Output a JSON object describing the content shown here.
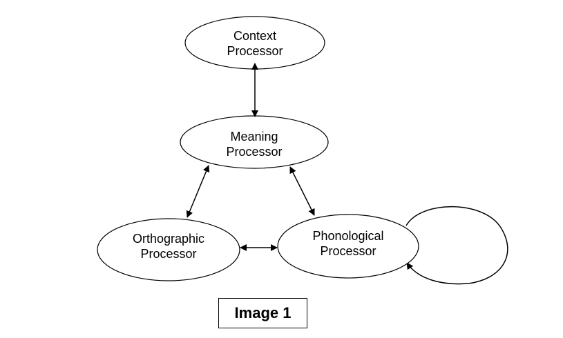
{
  "nodes": {
    "context": {
      "line1": "Context",
      "line2": "Processor"
    },
    "meaning": {
      "line1": "Meaning",
      "line2": "Processor"
    },
    "orthographic": {
      "line1": "Orthographic",
      "line2": "Processor"
    },
    "phonological": {
      "line1": "Phonological",
      "line2": "Processor"
    }
  },
  "caption": "Image 1",
  "colors": {
    "stroke": "#000000",
    "fill": "#ffffff",
    "text": "#000000"
  }
}
